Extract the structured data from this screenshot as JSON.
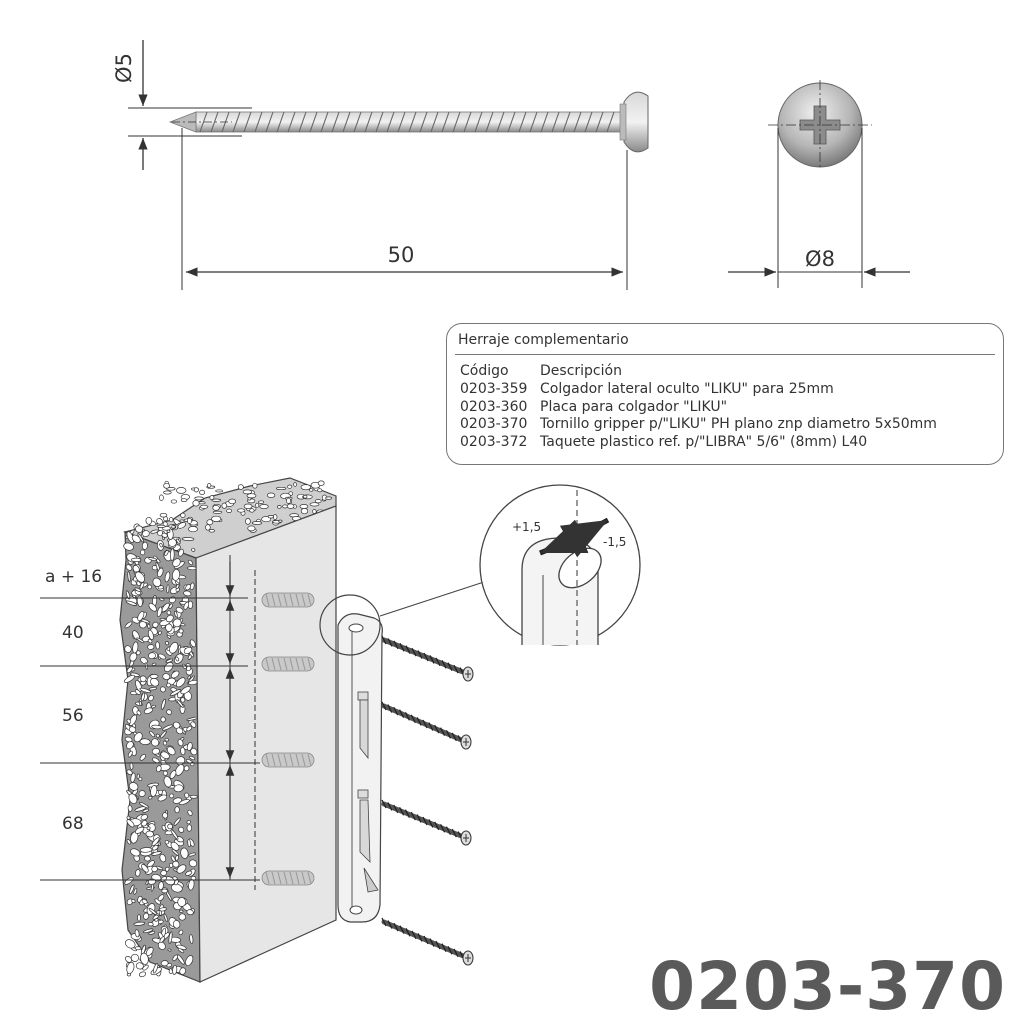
{
  "dimensions": {
    "shank_diameter": "Ø5",
    "length": "50",
    "head_diameter": "Ø8"
  },
  "table": {
    "title": "Herraje complementario",
    "col_code": "Código",
    "col_desc": "Descripción",
    "rows": [
      {
        "code": "0203-359",
        "desc": "Colgador lateral oculto \"LIKU\" para 25mm"
      },
      {
        "code": "0203-360",
        "desc": "Placa para colgador \"LIKU\""
      },
      {
        "code": "0203-370",
        "desc": "Tornillo gripper p/\"LIKU\" PH plano znp diametro 5x50mm"
      },
      {
        "code": "0203-372",
        "desc": "Taquete plastico ref. p/\"LIBRA\" 5/6\" (8mm) L40"
      }
    ]
  },
  "spacing": {
    "top": "a + 16",
    "s1": "40",
    "s2": "56",
    "s3": "68"
  },
  "adjustment": {
    "plus": "+1,5",
    "minus": "-1,5"
  },
  "product_code": "0203-370",
  "colors": {
    "line": "#333333",
    "code_gray": "#5a5a5a",
    "panel_face": "#e6e6e6",
    "screw_metal": "#b5b5b5"
  }
}
